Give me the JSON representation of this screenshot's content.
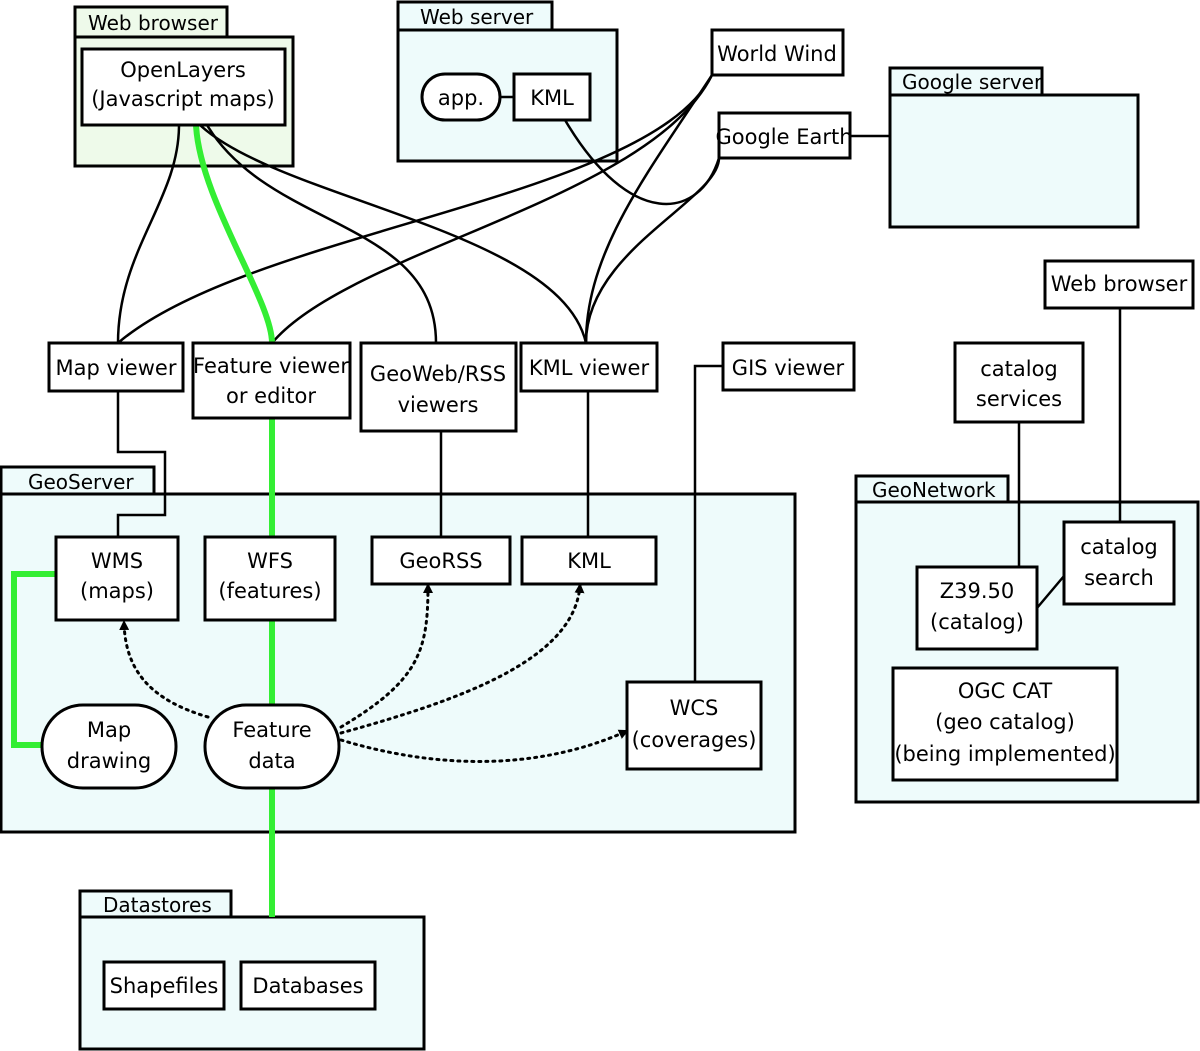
{
  "colors": {
    "light_cyan": "#eefbfb",
    "light_green": "#eefaea",
    "green_box": "#ccf5cc",
    "green_line": "#33ee33"
  },
  "containers": {
    "web_browser": "Web browser",
    "web_server": "Web server",
    "google_server": "Google server",
    "geoserver": "GeoServer",
    "geonetwork": "GeoNetwork",
    "datastores": "Datastores"
  },
  "nodes": {
    "openlayers": [
      "OpenLayers",
      "(Javascript maps)"
    ],
    "app": "app.",
    "kml_server": "KML",
    "world_wind": "World Wind",
    "google_earth": "Google Earth",
    "web_browser_right": "Web browser",
    "map_viewer": "Map viewer",
    "feature_viewer": [
      "Feature viewer",
      "or editor"
    ],
    "georss_viewers": [
      "GeoWeb/RSS",
      "viewers"
    ],
    "kml_viewer": "KML viewer",
    "gis_viewer": "GIS viewer",
    "catalog_services": [
      "catalog",
      "services"
    ],
    "wms": [
      "WMS",
      "(maps)"
    ],
    "wfs": [
      "WFS",
      "(features)"
    ],
    "georss": "GeoRSS",
    "kml": "KML",
    "map_drawing": [
      "Map",
      "drawing"
    ],
    "feature_data": [
      "Feature",
      "data"
    ],
    "wcs": [
      "WCS",
      "(coverages)"
    ],
    "catalog_search": [
      "catalog",
      "search"
    ],
    "z3950": [
      "Z39.50",
      "(catalog)"
    ],
    "ogc_cat": [
      "OGC CAT",
      "(geo catalog)",
      "(being implemented)"
    ],
    "shapefiles": "Shapefiles",
    "databases": "Databases"
  }
}
